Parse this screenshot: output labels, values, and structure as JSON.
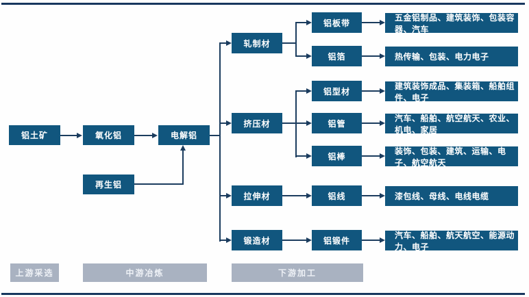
{
  "palette": {
    "node_bg": "#11567e",
    "node_text": "#ffffff",
    "stage_bg": "#a9b2c1",
    "stage_text": "#eef1f6",
    "connector": "#1b3c5e",
    "rule": "#17375e",
    "background": "#fefefe"
  },
  "upstream": {
    "bauxite": "铝土矿",
    "alumina": "氧化铝",
    "electrolytic": "电解铝",
    "recycled": "再生铝"
  },
  "semi": {
    "rolled": "轧制材",
    "extruded": "挤压材",
    "drawn": "拉伸材",
    "forged": "锻造材"
  },
  "products": {
    "plate_strip": "铝板带",
    "foil": "铝箔",
    "profile": "铝型材",
    "tube": "铝管",
    "rod": "铝棒",
    "wire": "铝线",
    "forging": "铝锻件"
  },
  "applications": {
    "plate_strip": "五金铝制品、建筑装饰、包装容器、汽车",
    "foil": "热传输、包装、电力电子",
    "profile": "建筑装饰成品、集装箱、船舶组件、电子",
    "tube": "汽车、船舶、航空航天、农业、机电、家居",
    "rod": "装饰、包装、建筑、运输、电子、航空航天",
    "wire": "漆包线、母线、电线电缆",
    "forging": "汽车、船舶、航天航空、能源动力、电子"
  },
  "stages": {
    "upstream": "上游采选",
    "midstream": "中游冶炼",
    "downstream": "下游加工"
  }
}
